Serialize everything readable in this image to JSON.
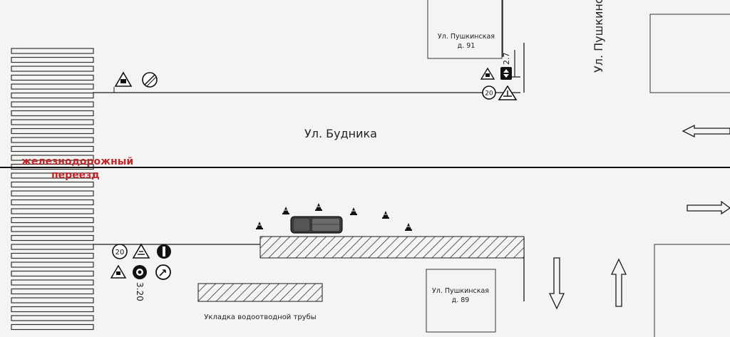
{
  "labels": {
    "street_main": "Ул. Будника",
    "street_cross": "Ул. Пушкинская",
    "rail_line1": "железнодорожный",
    "rail_line2": "переезд",
    "building_top_l1": "Ул. Пушкинская",
    "building_top_l2": "д. 91",
    "building_bottom_l1": "Ул. Пушкинская",
    "building_bottom_l2": "д. 89",
    "pipe_work": "Укладка водоотводной трубы"
  },
  "signs": {
    "speed_limit": "20",
    "height_limit": "2.7",
    "width_limit": "3.20"
  },
  "colors": {
    "line": "#1a1a1a",
    "rail_text": "#c0282c",
    "cone": "#111111",
    "paper": "#f4f4f2"
  },
  "icons": [
    "no-overtaking-end-sign-icon",
    "road-works-sign-icon",
    "speed-limit-sign-icon",
    "no-entry-sign-icon",
    "detour-sign-icon",
    "width-limit-sign-icon",
    "height-limit-sign-icon",
    "traffic-cone-icon",
    "truck-icon",
    "direction-arrow-icon"
  ]
}
